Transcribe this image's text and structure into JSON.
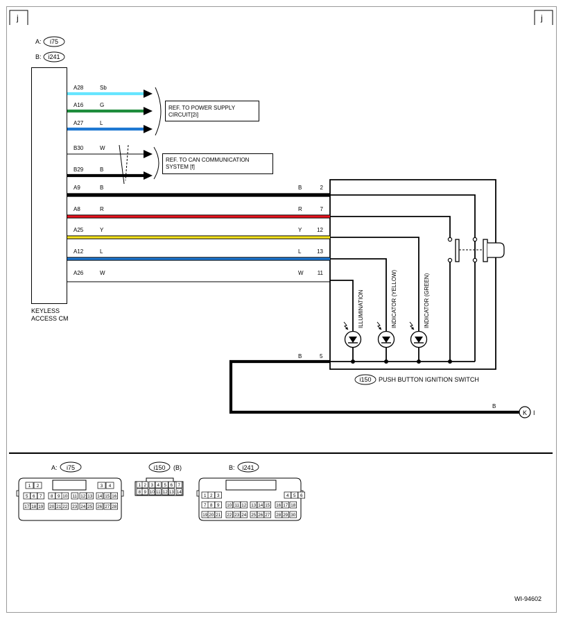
{
  "corner_marks": {
    "left": "j",
    "right": "j"
  },
  "connectors": {
    "a_prefix": "A:",
    "a_id": "i75",
    "b_prefix": "B:",
    "b_id": "i241"
  },
  "module_label": [
    "KEYLESS",
    "ACCESS CM"
  ],
  "ref_boxes": {
    "power": [
      "REF. TO POWER SUPPLY",
      "CIRCUIT[2i]"
    ],
    "can": [
      "REF. TO CAN COMMUNICATION",
      "SYSTEM [f]"
    ]
  },
  "ref_wires": [
    {
      "pin": "A28",
      "color": "Sb",
      "hex": "#66e5ff"
    },
    {
      "pin": "A16",
      "color": "G",
      "hex": "#1e8c3c"
    },
    {
      "pin": "A27",
      "color": "L",
      "hex": "#1e78d2"
    },
    {
      "pin": "B30",
      "color": "W",
      "hex": "#ffffff"
    },
    {
      "pin": "B29",
      "color": "B",
      "hex": "#000000"
    }
  ],
  "switch_wires": [
    {
      "pin": "A9",
      "color": "B",
      "sw_color": "B",
      "sw_pin": "2",
      "hex": "#000000"
    },
    {
      "pin": "A8",
      "color": "R",
      "sw_color": "R",
      "sw_pin": "7",
      "hex": "#e8141e"
    },
    {
      "pin": "A25",
      "color": "Y",
      "sw_color": "Y",
      "sw_pin": "12",
      "hex": "#f7e41e"
    },
    {
      "pin": "A12",
      "color": "L",
      "sw_color": "L",
      "sw_pin": "13",
      "hex": "#1e78d2"
    },
    {
      "pin": "A26",
      "color": "W",
      "sw_color": "W",
      "sw_pin": "11",
      "hex": "#ffffff"
    }
  ],
  "leds": [
    "ILLUMINATION",
    "INDICATOR (YELLOW)",
    "INDICATOR (GREEN)"
  ],
  "ground_wire": {
    "color": "B",
    "pin": "5",
    "end_color": "B",
    "ground_letter": "K",
    "ground_suffix": "I"
  },
  "switch": {
    "id": "i150",
    "name": "PUSH BUTTON IGNITION SWITCH"
  },
  "legend": {
    "a": {
      "prefix": "A:",
      "id": "i75"
    },
    "i150": {
      "id": "i150",
      "suffix": "(B)"
    },
    "b": {
      "prefix": "B:",
      "id": "i241"
    }
  },
  "connector_pins": {
    "i75": [
      [
        "1",
        "2",
        "3",
        "4"
      ],
      [
        "5",
        "6",
        "7",
        "8",
        "9",
        "10",
        "11",
        "12",
        "13",
        "14",
        "15",
        "16"
      ],
      [
        "17",
        "18",
        "19",
        "20",
        "21",
        "22",
        "23",
        "24",
        "25",
        "26",
        "27",
        "28"
      ]
    ],
    "i150": [
      [
        "1",
        "2",
        "3",
        "4",
        "5",
        "6",
        "7"
      ],
      [
        "8",
        "9",
        "10",
        "11",
        "12",
        "13",
        "14"
      ]
    ],
    "i241": [
      [
        "1",
        "2",
        "3",
        "4",
        "5",
        "6"
      ],
      [
        "7",
        "8",
        "9",
        "10",
        "11",
        "12",
        "13",
        "14",
        "15",
        "16",
        "17",
        "18"
      ],
      [
        "19",
        "20",
        "21",
        "22",
        "23",
        "24",
        "25",
        "26",
        "27",
        "28",
        "29",
        "30"
      ]
    ]
  },
  "figure_id": "WI-94602"
}
